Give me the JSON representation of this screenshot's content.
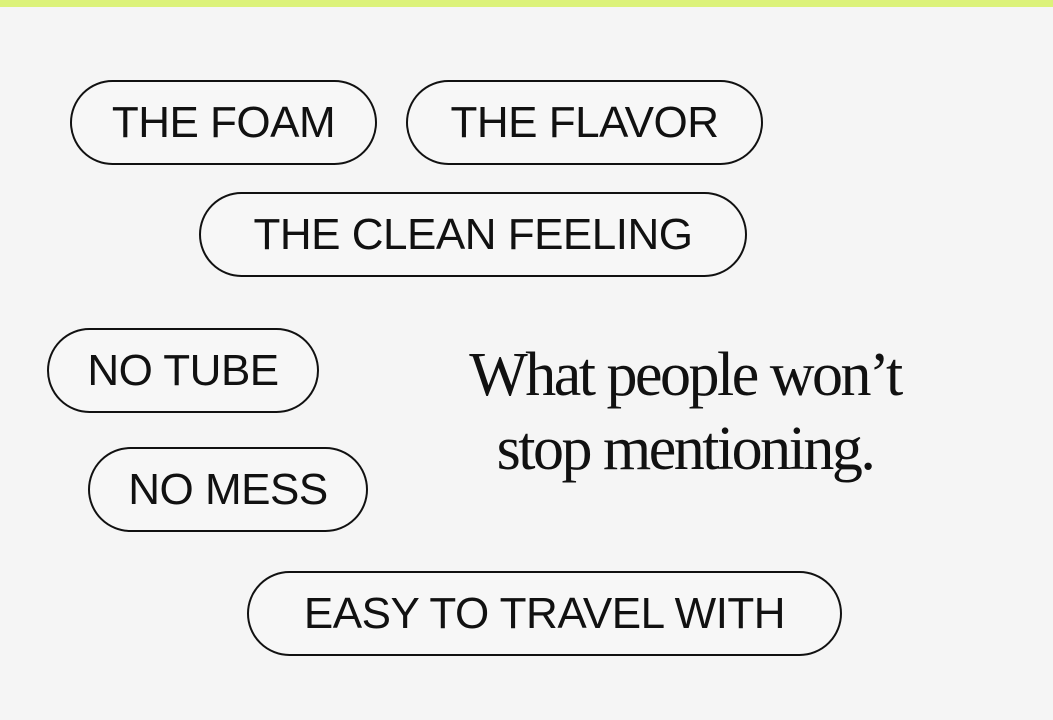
{
  "colors": {
    "accent_stripe": "#dcf27a",
    "background": "#f5f5f5",
    "text": "#111111"
  },
  "tags": [
    "THE FOAM",
    "THE FLAVOR",
    "THE CLEAN FEELING",
    "NO TUBE",
    "NO MESS",
    "EASY TO TRAVEL WITH"
  ],
  "headline": {
    "line1": "What people won’t",
    "line2": "stop mentioning."
  }
}
